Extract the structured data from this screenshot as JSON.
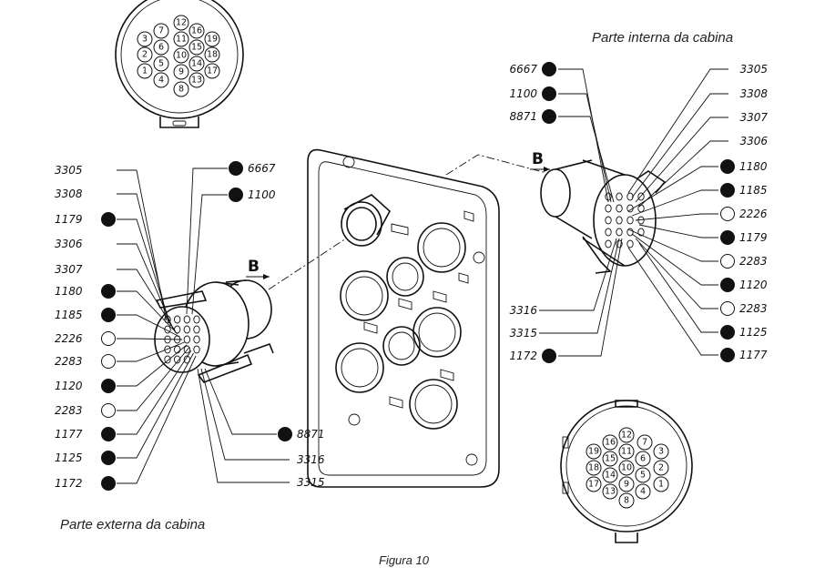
{
  "captions": {
    "inside": "Parte interna da cabina",
    "outside": "Parte externa da cabina",
    "figure": "Figura 10"
  },
  "view_marker": "B",
  "colors": {
    "ink": "#111111",
    "paper": "#ffffff"
  },
  "left_labels": [
    {
      "id": "3305",
      "marker": "none"
    },
    {
      "id": "3308",
      "marker": "none"
    },
    {
      "id": "1179",
      "marker": "filled"
    },
    {
      "id": "3306",
      "marker": "none"
    },
    {
      "id": "3307",
      "marker": "none"
    },
    {
      "id": "1180",
      "marker": "filled"
    },
    {
      "id": "1185",
      "marker": "filled"
    },
    {
      "id": "2226",
      "marker": "open"
    },
    {
      "id": "2283",
      "marker": "open"
    },
    {
      "id": "1120",
      "marker": "filled"
    },
    {
      "id": "2283",
      "marker": "open"
    },
    {
      "id": "1177",
      "marker": "filled"
    },
    {
      "id": "1125",
      "marker": "filled"
    },
    {
      "id": "1172",
      "marker": "filled"
    }
  ],
  "left_top_labels": [
    {
      "id": "6667",
      "marker": "filled"
    },
    {
      "id": "1100",
      "marker": "filled"
    }
  ],
  "left_bottom_labels": [
    {
      "id": "8871",
      "marker": "filled"
    },
    {
      "id": "3316",
      "marker": "none"
    },
    {
      "id": "3315",
      "marker": "none"
    }
  ],
  "right_left_labels": [
    {
      "id": "6667",
      "marker": "filled"
    },
    {
      "id": "1100",
      "marker": "filled"
    },
    {
      "id": "8871",
      "marker": "filled"
    },
    {
      "id": "3316",
      "marker": "none"
    },
    {
      "id": "3315",
      "marker": "none"
    },
    {
      "id": "1172",
      "marker": "filled"
    }
  ],
  "right_labels": [
    {
      "id": "3305",
      "marker": "none"
    },
    {
      "id": "3308",
      "marker": "none"
    },
    {
      "id": "3307",
      "marker": "none"
    },
    {
      "id": "3306",
      "marker": "none"
    },
    {
      "id": "1180",
      "marker": "filled"
    },
    {
      "id": "1185",
      "marker": "filled"
    },
    {
      "id": "2226",
      "marker": "open"
    },
    {
      "id": "1179",
      "marker": "filled"
    },
    {
      "id": "2283",
      "marker": "open"
    },
    {
      "id": "1120",
      "marker": "filled"
    },
    {
      "id": "2283",
      "marker": "open"
    },
    {
      "id": "1125",
      "marker": "filled"
    },
    {
      "id": "1177",
      "marker": "filled"
    }
  ],
  "top_connector_pins": [
    "12",
    "7",
    "16",
    "3",
    "11",
    "19",
    "2",
    "6",
    "15",
    "18",
    "5",
    "10",
    "14",
    "17",
    "1",
    "4",
    "9",
    "13",
    "8"
  ],
  "bottom_connector_pins": [
    "12",
    "16",
    "7",
    "19",
    "11",
    "6",
    "3",
    "15",
    "10",
    "2",
    "18",
    "14",
    "5",
    "17",
    "13",
    "9",
    "4",
    "1",
    "8"
  ]
}
